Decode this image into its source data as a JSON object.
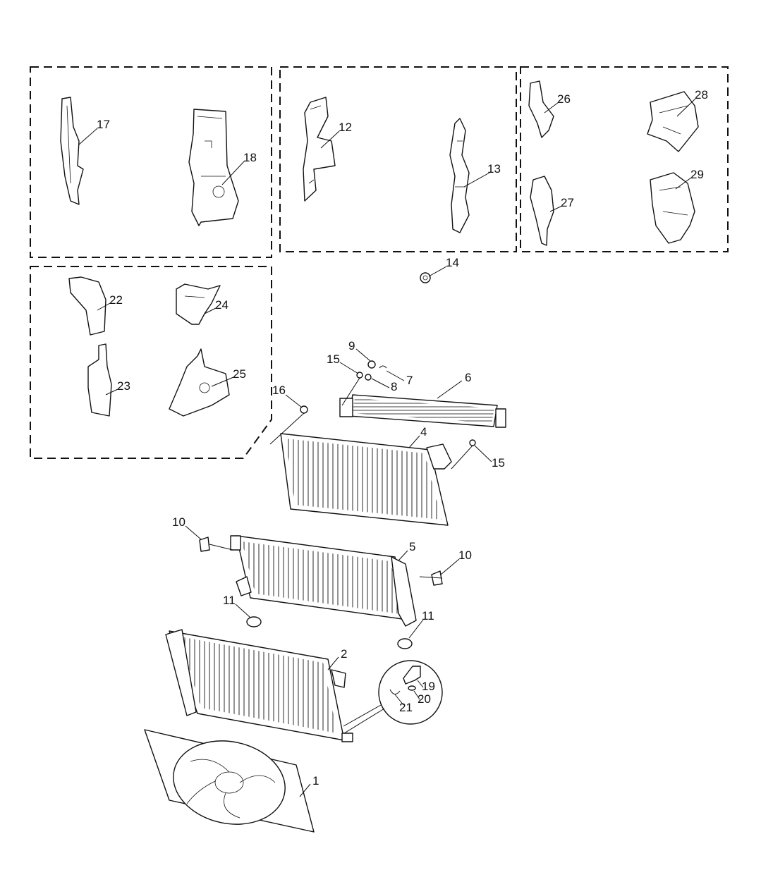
{
  "diagram": {
    "title": "Radiator and cooling module exploded view",
    "callouts": {
      "c1": "1",
      "c2": "2",
      "c4": "4",
      "c5": "5",
      "c6": "6",
      "c7": "7",
      "c8": "8",
      "c9": "9",
      "c10a": "10",
      "c10b": "10",
      "c11a": "11",
      "c11b": "11",
      "c12": "12",
      "c13": "13",
      "c14": "14",
      "c15a": "15",
      "c15b": "15",
      "c16": "16",
      "c17": "17",
      "c18": "18",
      "c19": "19",
      "c20": "20",
      "c21": "21",
      "c22": "22",
      "c23": "23",
      "c24": "24",
      "c25": "25",
      "c26": "26",
      "c27": "27",
      "c28": "28",
      "c29": "29"
    },
    "colors": {
      "line": "#111111",
      "background": "#ffffff"
    }
  }
}
